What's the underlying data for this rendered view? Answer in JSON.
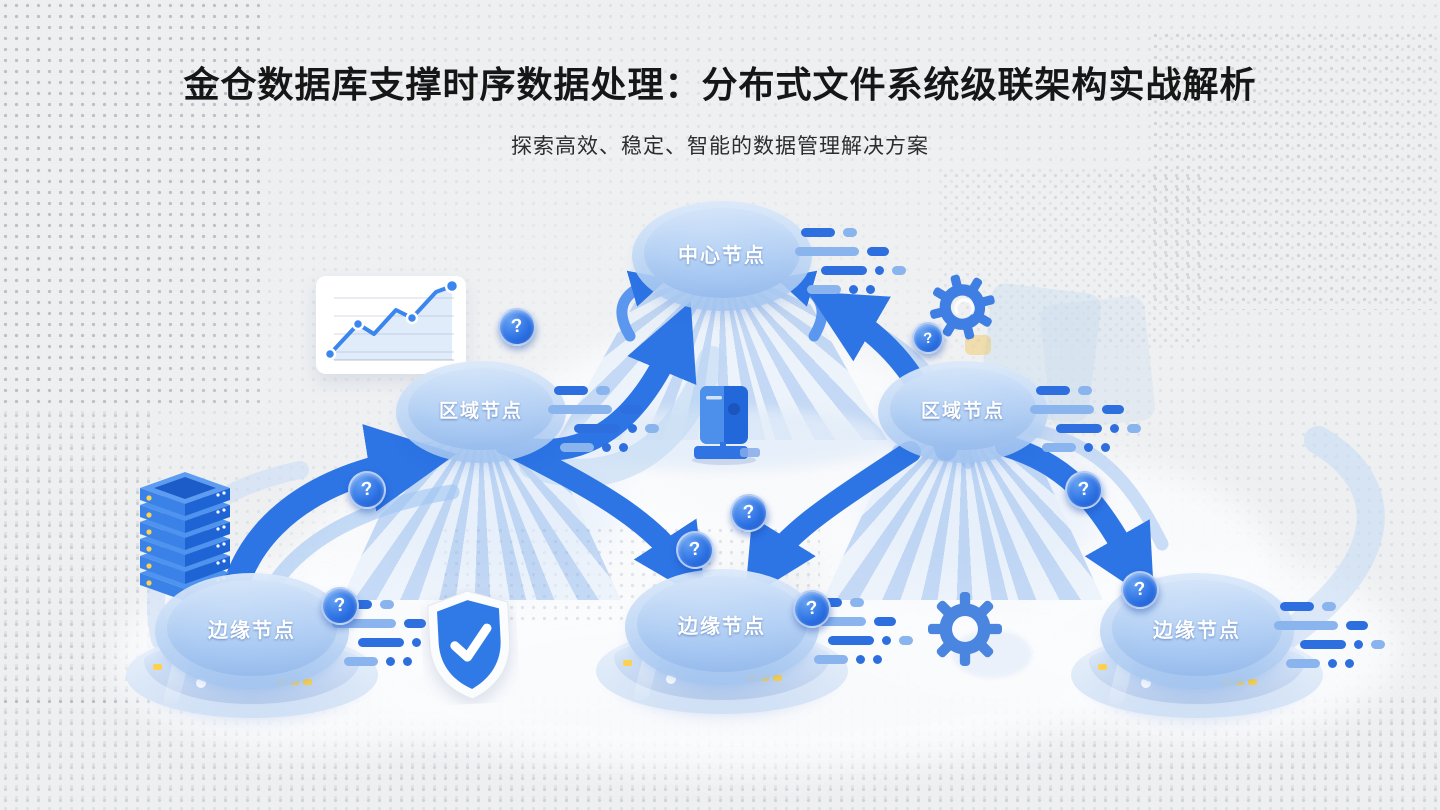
{
  "page": {
    "title": "金仓数据库支撑时序数据处理：分布式文件系统级联架构实战解析",
    "subtitle": "探索高效、稳定、智能的数据管理解决方案"
  },
  "diagram": {
    "nodes": [
      {
        "id": "center",
        "label": "中心节点",
        "type": "center"
      },
      {
        "id": "region-left",
        "label": "区域节点",
        "type": "region"
      },
      {
        "id": "region-right",
        "label": "区域节点",
        "type": "region"
      },
      {
        "id": "edge-left",
        "label": "边缘节点",
        "type": "edge"
      },
      {
        "id": "edge-middle",
        "label": "边缘节点",
        "type": "edge"
      },
      {
        "id": "edge-right",
        "label": "边缘节点",
        "type": "edge"
      }
    ],
    "badge_glyph": "?",
    "icons": [
      "line-chart-icon",
      "server-stack-icon",
      "shield-check-icon",
      "server-tower-icon",
      "gear-icon",
      "question-badge-icon"
    ],
    "colors": {
      "primary_blue": "#2b74e5",
      "deep_blue": "#1b5fd0",
      "light_blue": "#8ab4ee",
      "pale_blue": "#dce8f7",
      "background": "#edeff1",
      "title_text": "#161616",
      "subtitle_text": "#2d2d2d",
      "indicator_yellow": "#ffd34d",
      "node_text": "#ffffff"
    }
  }
}
